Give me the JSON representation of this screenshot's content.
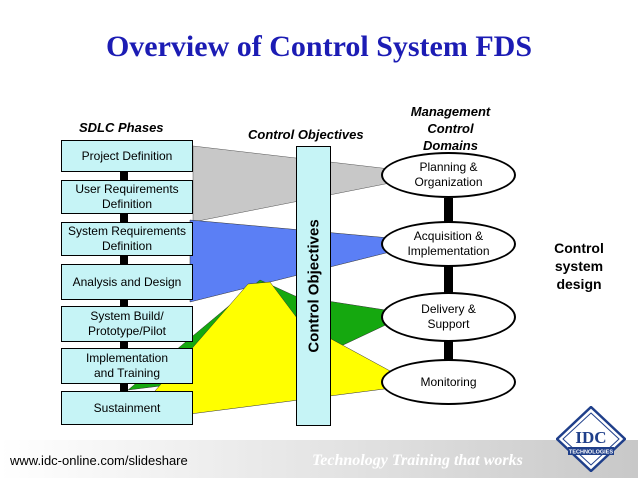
{
  "title": "Overview of Control System FDS",
  "headers": {
    "sdlc": "SDLC Phases",
    "objectives": "Control Objectives",
    "domains": [
      "Management",
      "Control",
      "Domains"
    ]
  },
  "phases": [
    {
      "lines": [
        "Project Definition"
      ]
    },
    {
      "lines": [
        "User Requirements",
        "Definition"
      ]
    },
    {
      "lines": [
        "System Requirements",
        "Definition"
      ]
    },
    {
      "lines": [
        "Analysis and Design"
      ]
    },
    {
      "lines": [
        "System Build/",
        "Prototype/Pilot"
      ]
    },
    {
      "lines": [
        "Implementation",
        "and Training"
      ]
    },
    {
      "lines": [
        "Sustainment"
      ]
    }
  ],
  "objectives_bar": "Control Objectives",
  "domains": [
    {
      "lines": [
        "Planning &",
        "Organization"
      ]
    },
    {
      "lines": [
        "Acquisition &",
        "Implementation"
      ]
    },
    {
      "lines": [
        "Delivery &",
        "Support"
      ]
    },
    {
      "lines": [
        "Monitoring"
      ]
    }
  ],
  "side_label": [
    "Control",
    "system",
    "design"
  ],
  "footer": {
    "url": "www.idc-online.com/slideshare",
    "tagline": "Technology Training that works"
  },
  "logo": {
    "text": "IDC",
    "subtext": "TECHNOLOGIES"
  },
  "colors": {
    "title": "#1c1cb4",
    "box_fill": "#c6f4f6",
    "planning_band": "#c8c8c8",
    "acquisition_band": "#5b7ff5",
    "delivery_band": "#15a80f",
    "monitoring_band": "#ffff00"
  }
}
